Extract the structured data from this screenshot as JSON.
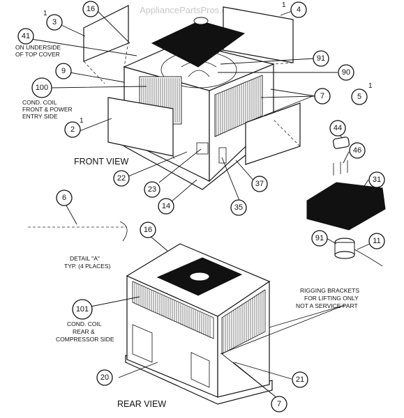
{
  "watermark": "AppliancePartsPros.com",
  "views": {
    "front": "FRONT VIEW",
    "rear": "REAR VIEW"
  },
  "notes": {
    "top_cover": [
      "ON UNDERSIDE",
      "OF TOP COVER"
    ],
    "front_coil": [
      "COND. COIL",
      "FRONT & POWER",
      "ENTRY SIDE"
    ],
    "detail": [
      "DETAIL \"A\"",
      "TYP. (4 PLACES)"
    ],
    "rigging": [
      "RIGGING BRACKETS",
      "FOR LIFTING ONLY",
      "NOT A SERVICE PART"
    ],
    "rear_coil": [
      "COND. COIL",
      "REAR &",
      "COMPRESSOR SIDE"
    ]
  },
  "callouts": [
    "16",
    "3",
    "41",
    "9",
    "100",
    "2",
    "22",
    "23",
    "14",
    "35",
    "37",
    "5",
    "7",
    "90",
    "91",
    "4",
    "44",
    "46",
    "31",
    "91",
    "11",
    "6",
    "16",
    "101",
    "20",
    "7",
    "21"
  ],
  "markers": [
    "1",
    "1",
    "1",
    "1"
  ]
}
